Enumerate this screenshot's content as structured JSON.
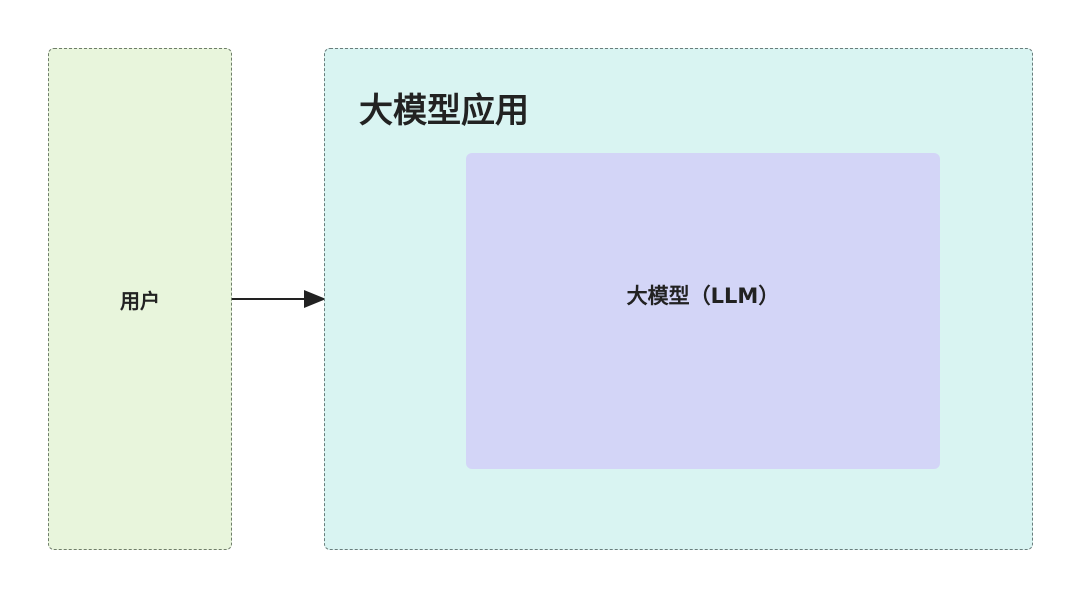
{
  "nodes": {
    "user": {
      "label": "用户"
    },
    "app": {
      "title": "大模型应用"
    },
    "llm": {
      "label": "大模型（LLM）"
    }
  },
  "edges": [
    {
      "from": "用户",
      "to": "大模型应用"
    }
  ],
  "colors": {
    "user_fill": "#e8f5dc",
    "app_fill": "#d9f4f2",
    "llm_fill": "#d3d5f7",
    "arrow": "#222222"
  }
}
